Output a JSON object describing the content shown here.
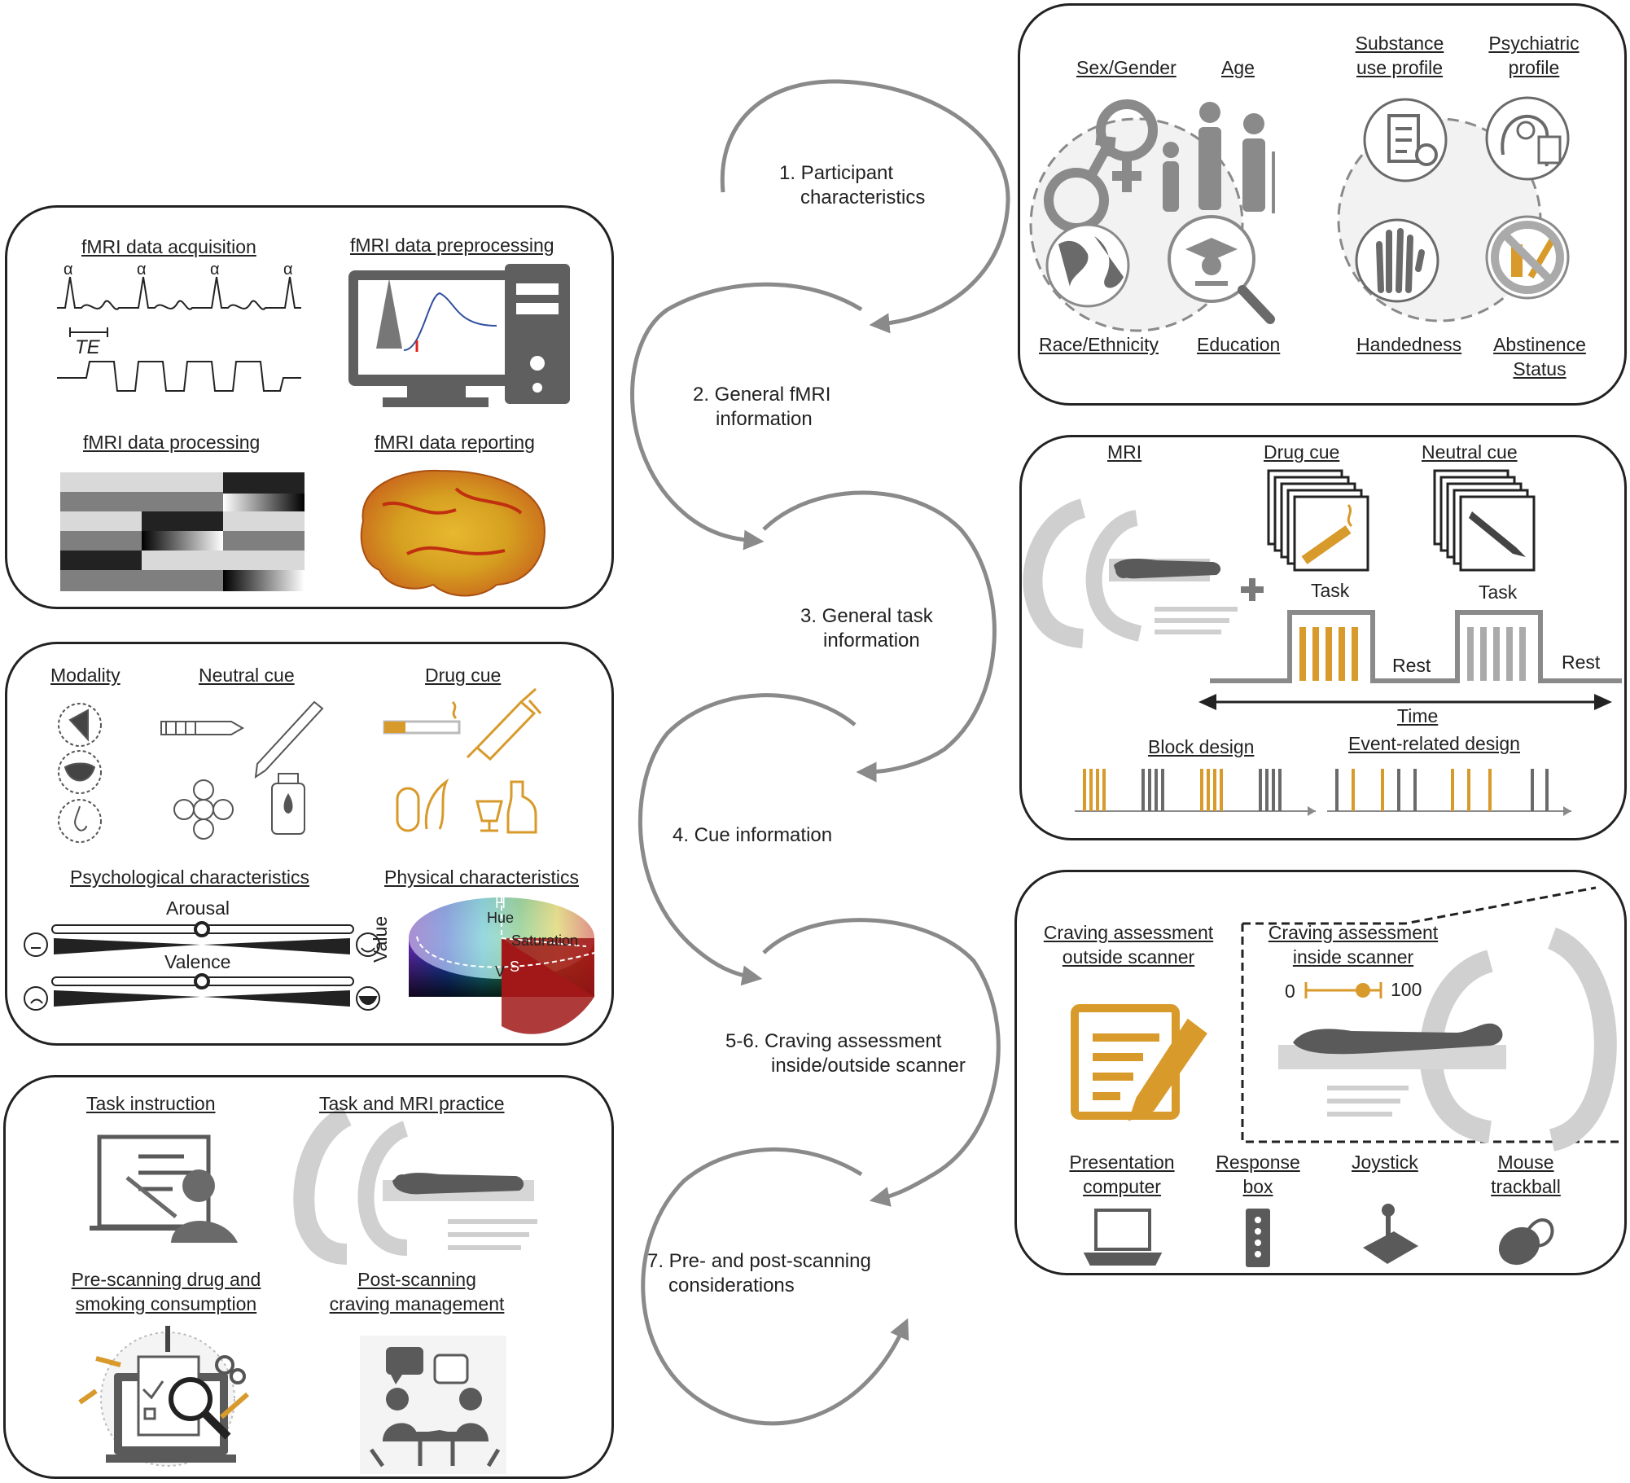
{
  "steps": [
    {
      "line1": "1. Participant",
      "line2": "characteristics"
    },
    {
      "line1": "2. General fMRI",
      "line2": "information"
    },
    {
      "line1": "3. General task",
      "line2": "information"
    },
    {
      "line1": "4. Cue information",
      "line2": ""
    },
    {
      "line1": "5-6. Craving assessment",
      "line2": "inside/outside scanner"
    },
    {
      "line1": "7. Pre- and post-scanning",
      "line2": "considerations"
    }
  ],
  "participant": {
    "sex_gender": "Sex/Gender",
    "age": "Age",
    "substance_1": "Substance",
    "substance_2": "use profile",
    "psychiatric_1": "Psychiatric",
    "psychiatric_2": "profile",
    "race": "Race/Ethnicity",
    "education": "Education",
    "handedness": "Handedness",
    "abstinence_1": "Abstinence",
    "abstinence_2": "Status"
  },
  "fmri": {
    "acquisition": "fMRI data acquisition",
    "preprocessing": "fMRI data preprocessing",
    "processing": "fMRI data processing",
    "reporting": "fMRI data reporting",
    "alpha": "α",
    "te": "TE"
  },
  "task": {
    "mri": "MRI",
    "drug_cue": "Drug cue",
    "neutral_cue": "Neutral cue",
    "task1": "Task",
    "task2": "Task",
    "rest1": "Rest",
    "rest2": "Rest",
    "time": "Time",
    "block_design": "Block design",
    "event_design": "Event-related design"
  },
  "cue": {
    "modality": "Modality",
    "neutral_cue": "Neutral cue",
    "drug_cue": "Drug cue",
    "psychological": "Psychological characteristics",
    "physical": "Physical characteristics",
    "arousal": "Arousal",
    "valence": "Valence",
    "hue": "Hue",
    "saturation": "Saturation",
    "value": "Value",
    "h": "H",
    "v": "V",
    "s": "S"
  },
  "craving": {
    "outside_1": "Craving assessment",
    "outside_2": "outside scanner",
    "inside_1": "Craving assessment",
    "inside_2": "inside scanner",
    "scale_min": "0",
    "scale_max": "100",
    "presentation_1": "Presentation",
    "presentation_2": "computer",
    "response_1": "Response",
    "response_2": "box",
    "joystick": "Joystick",
    "mouse_1": "Mouse",
    "mouse_2": "trackball"
  },
  "prepost": {
    "task_instruction": "Task instruction",
    "task_mri_practice": "Task and MRI practice",
    "prescan_1": "Pre-scanning drug and",
    "prescan_2": "smoking consumption",
    "postscan_1": "Post-scanning",
    "postscan_2": "craving management"
  },
  "colors": {
    "accent": "#D89A2A",
    "gray": "#8A8A8A",
    "dark": "#4D4D4D"
  }
}
